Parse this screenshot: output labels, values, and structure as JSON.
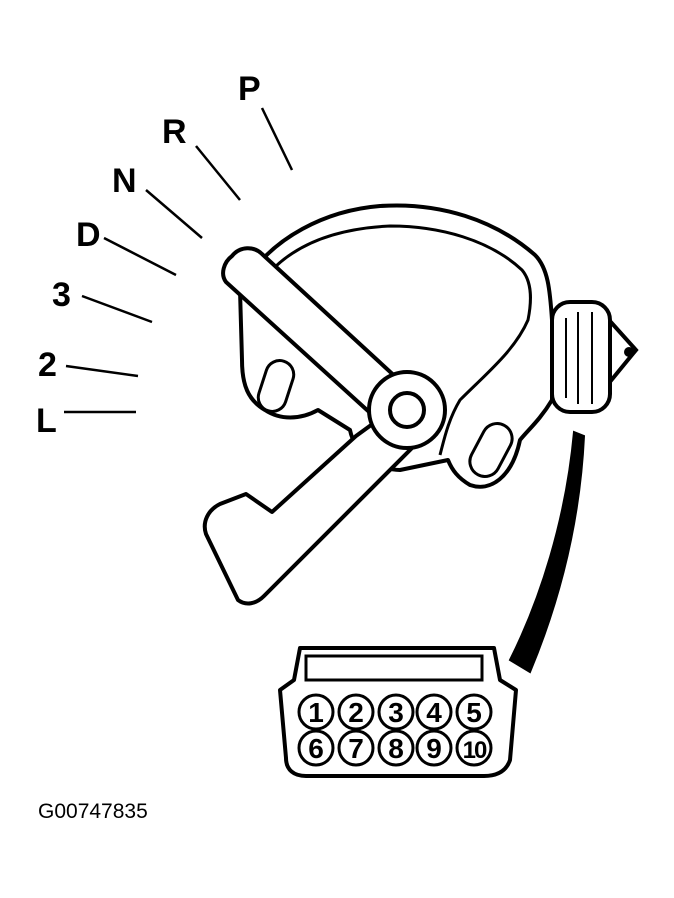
{
  "gear_positions": [
    "P",
    "R",
    "N",
    "D",
    "3",
    "2",
    "L"
  ],
  "connector_pins": [
    "1",
    "2",
    "3",
    "4",
    "5",
    "6",
    "7",
    "8",
    "9",
    "10"
  ],
  "figure_id": "G00747835"
}
